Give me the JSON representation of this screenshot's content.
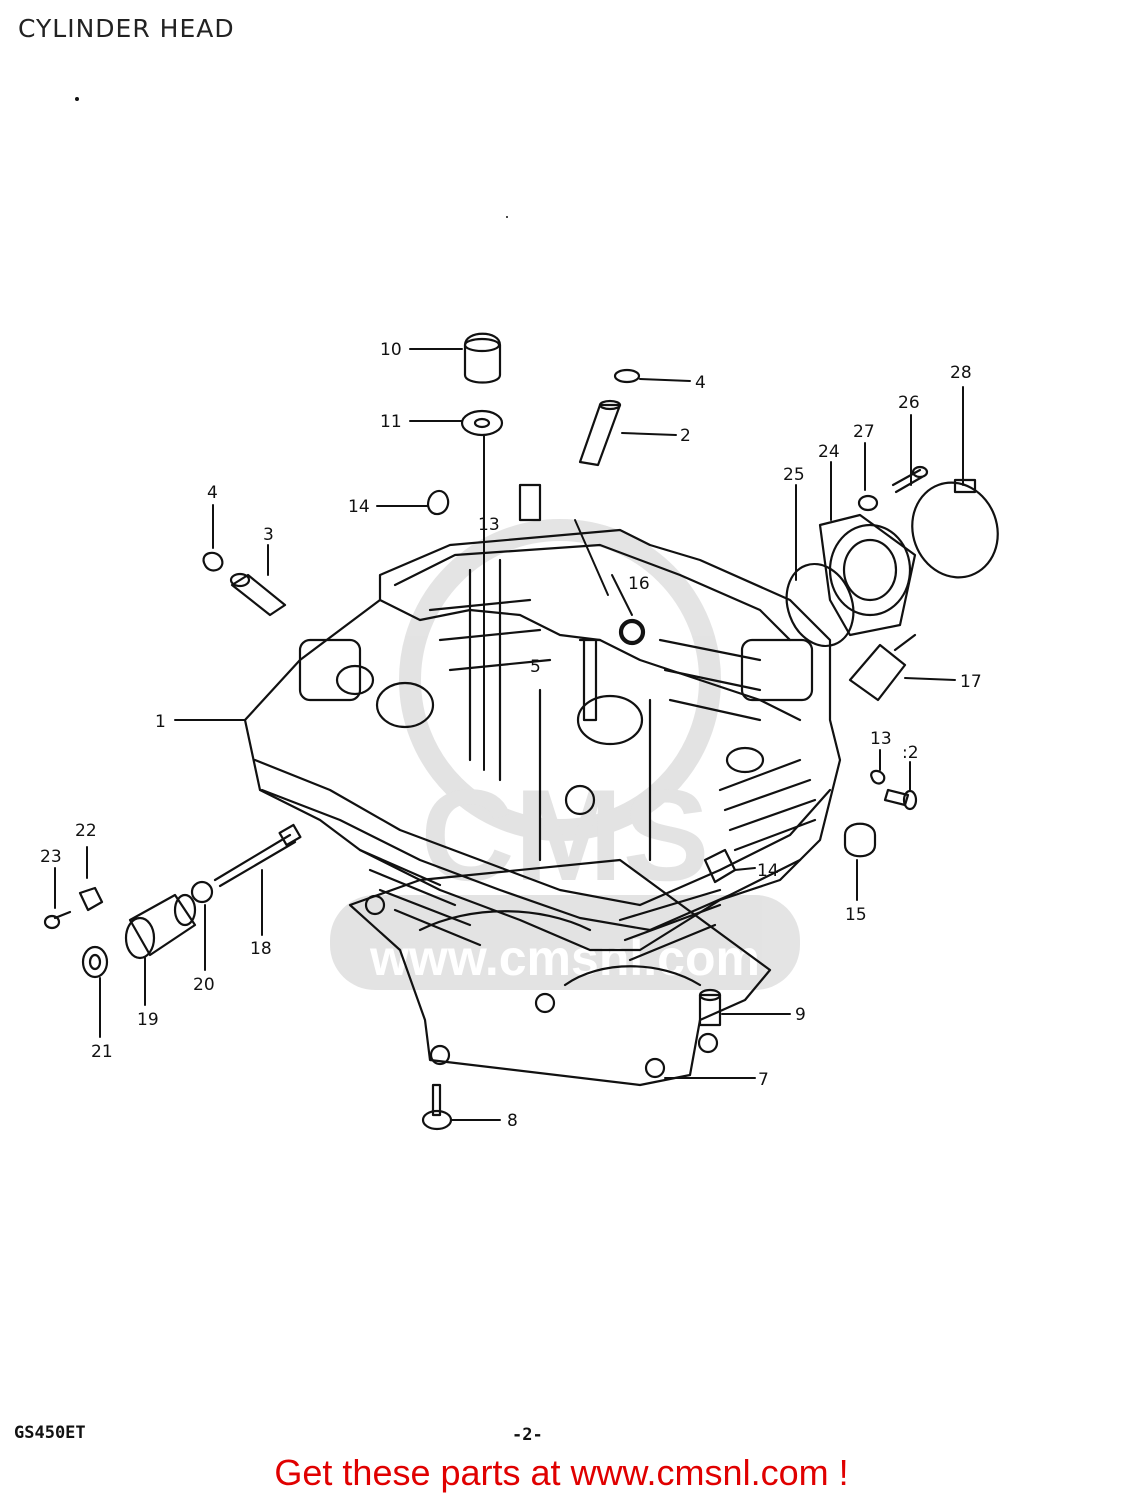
{
  "header": {
    "title": "CYLINDER HEAD"
  },
  "watermark": {
    "logo_text": "CMS",
    "url_text": "www.cmsnl.com"
  },
  "callouts": {
    "c1": "1",
    "c2": "2",
    "c3": "3",
    "c4a": "4",
    "c4b": "4",
    "c5": "5",
    "c7": "7",
    "c8": "8",
    "c9": "9",
    "c10": "10",
    "c11": "11",
    "c12": ":2",
    "c13a": "13",
    "c13b": "13",
    "c14a": "14",
    "c14b": "14",
    "c15": "15",
    "c16": "16",
    "c17": "17",
    "c18": "18",
    "c19": "19",
    "c20": "20",
    "c21": "21",
    "c22": "22",
    "c23": "23",
    "c24": "24",
    "c25": "25",
    "c26": "26",
    "c27": "27",
    "c28": "28"
  },
  "footer": {
    "model": "GS450ET",
    "page": "-2-",
    "promo": "Get these parts at www.cmsnl.com !"
  }
}
